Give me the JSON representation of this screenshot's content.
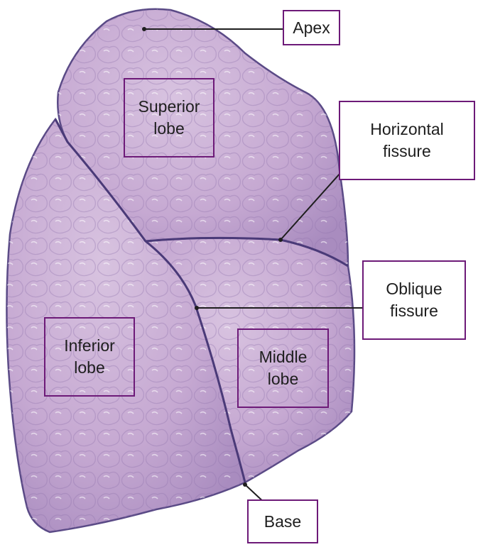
{
  "colors": {
    "lung_fill": "#c6a9d2",
    "lung_outline": "#5a4a86",
    "label_border": "#6d1a78",
    "leader_line": "#1e1e1e"
  },
  "labels": {
    "apex": "Apex",
    "horizontal_fissure": "Horizontal\nfissure",
    "oblique_fissure": "Oblique\nfissure",
    "superior_lobe": "Superior\nlobe",
    "inferior_lobe": "Inferior\nlobe",
    "middle_lobe": "Middle\nlobe",
    "base": "Base"
  }
}
